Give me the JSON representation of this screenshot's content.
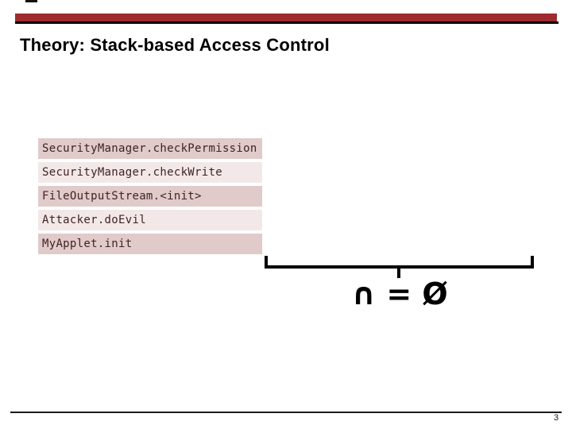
{
  "slide": {
    "title": "Theory: Stack-based Access Control",
    "page_number": "3"
  },
  "stack_frames": [
    {
      "label": "SecurityManager.checkPermission"
    },
    {
      "label": "SecurityManager.checkWrite"
    },
    {
      "label": "FileOutputStream.<init>"
    },
    {
      "label": "Attacker.doEvil"
    },
    {
      "label": "MyApplet.init"
    }
  ],
  "annotation": {
    "intersection_equals_empty": "∩ = Ø"
  },
  "colors": {
    "accent_bar": "#9e2b2e",
    "frame_dark": "#e1caca",
    "frame_light": "#f3e8e8",
    "frame_text": "#3f2323",
    "rule": "#000000"
  }
}
